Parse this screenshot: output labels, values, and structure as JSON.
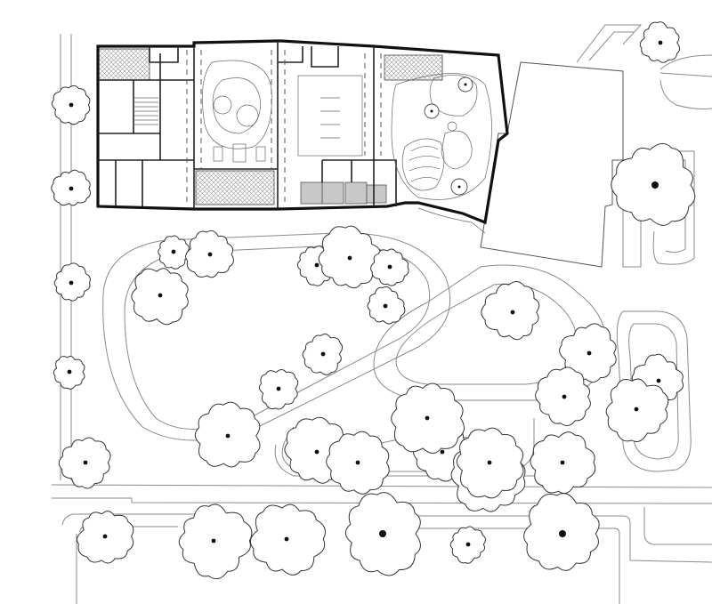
{
  "drawing": {
    "kind": "site-plan",
    "colors": {
      "background": "#ffffff",
      "line": "#333333",
      "wall": "#111111",
      "hatch": "#9a9a9a",
      "trunk": "#111111"
    }
  },
  "trees": [
    {
      "id": "t1",
      "r": 20
    },
    {
      "id": "t2",
      "r": 20
    },
    {
      "id": "t3",
      "r": 20
    },
    {
      "id": "t4",
      "r": 18
    },
    {
      "id": "t5",
      "r": 22
    },
    {
      "id": "t6",
      "r": 18
    },
    {
      "id": "t7",
      "r": 32
    },
    {
      "id": "t8",
      "r": 26
    },
    {
      "id": "t9",
      "r": 22
    },
    {
      "id": "t10",
      "r": 34
    },
    {
      "id": "t11",
      "r": 20
    },
    {
      "id": "t12",
      "r": 20
    },
    {
      "id": "t13",
      "r": 22
    },
    {
      "id": "t14",
      "r": 22
    },
    {
      "id": "t15",
      "r": 36
    },
    {
      "id": "t16",
      "r": 28
    },
    {
      "id": "t17",
      "r": 36
    },
    {
      "id": "t18",
      "r": 34
    },
    {
      "id": "t19",
      "r": 30
    },
    {
      "id": "t20",
      "r": 40
    },
    {
      "id": "t21",
      "r": 34
    },
    {
      "id": "t22",
      "r": 32
    },
    {
      "id": "t23",
      "r": 32
    },
    {
      "id": "t24",
      "r": 30
    },
    {
      "id": "t25",
      "r": 44
    },
    {
      "id": "t26",
      "r": 28
    },
    {
      "id": "t27",
      "r": 34
    },
    {
      "id": "t28",
      "r": 30
    },
    {
      "id": "t29",
      "r": 40
    },
    {
      "id": "t30",
      "r": 40
    },
    {
      "id": "t31",
      "r": 44
    },
    {
      "id": "t32",
      "r": 20
    },
    {
      "id": "t33",
      "r": 42
    },
    {
      "id": "t34",
      "r": 38
    },
    {
      "id": "t35",
      "r": 40
    }
  ]
}
